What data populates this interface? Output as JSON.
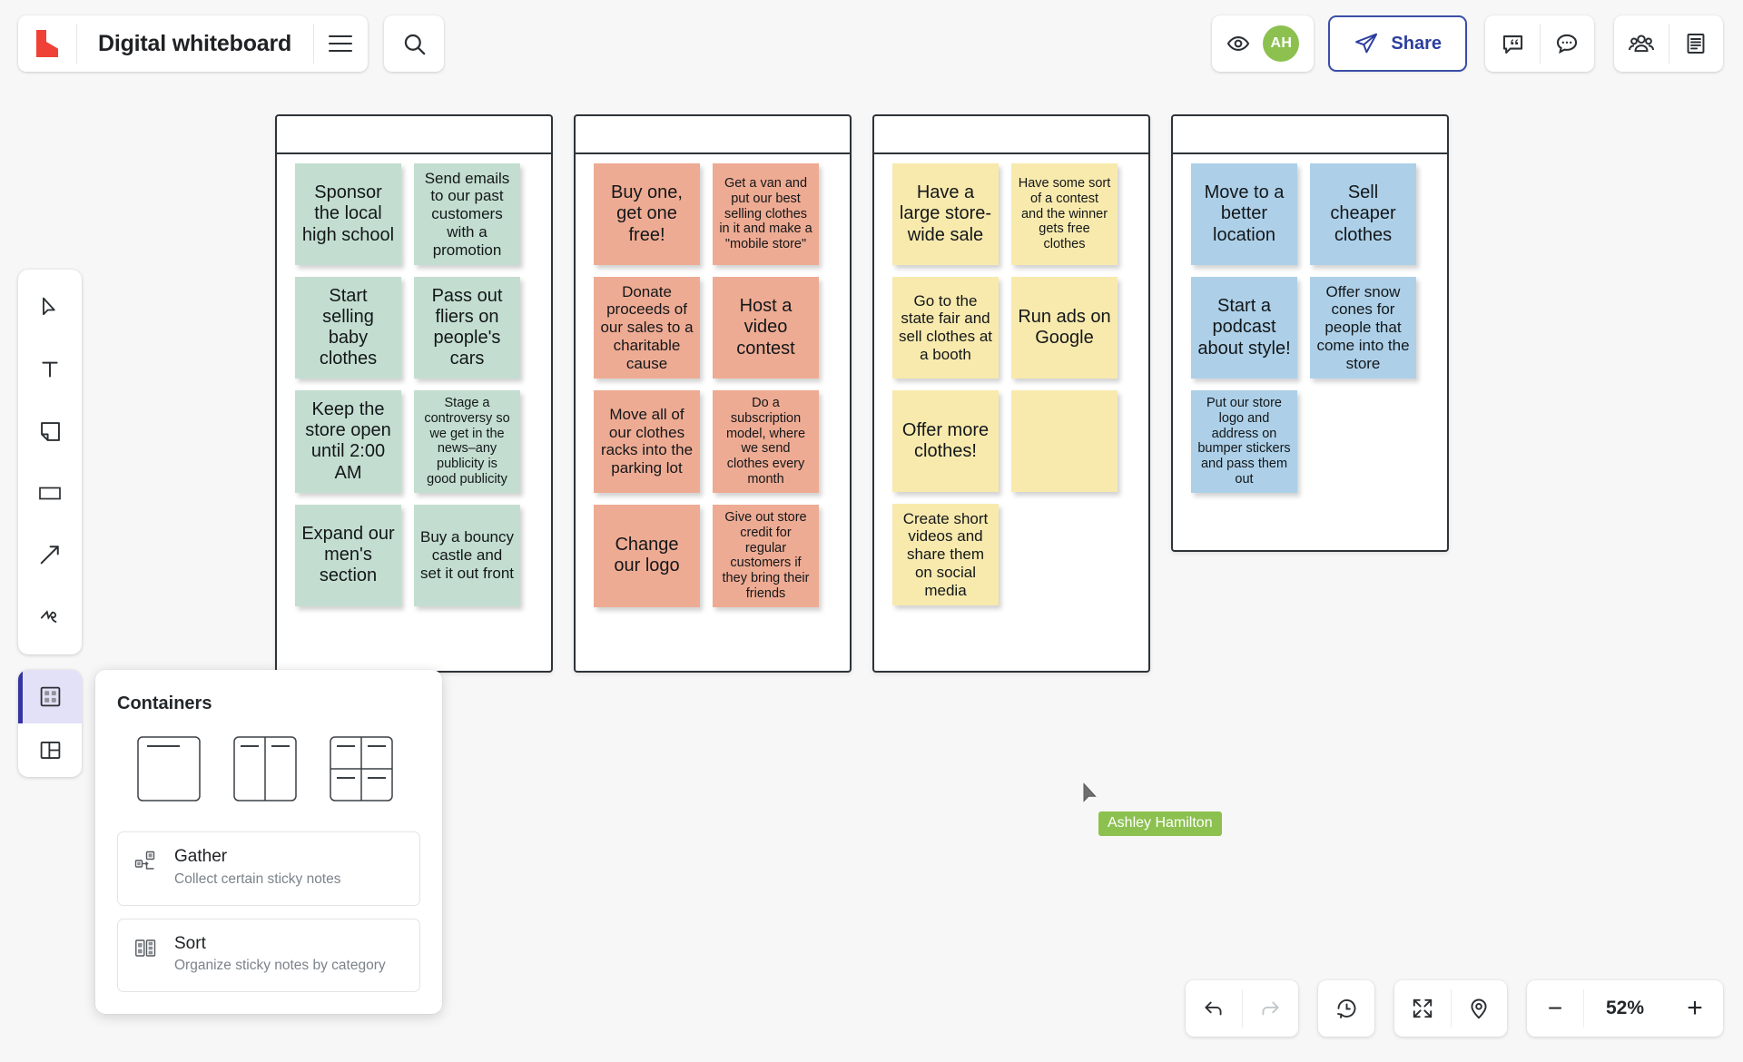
{
  "header": {
    "logo_icon": "lucid-logo-icon",
    "title": "Digital whiteboard",
    "menu_icon": "hamburger-menu-icon",
    "search_icon": "search-icon",
    "visibility_icon": "eye-icon",
    "avatar_initials": "AH",
    "avatar_color": "#8cc04f",
    "share_label": "Share",
    "share_icon": "paper-plane-icon",
    "share_border_color": "#3a4ea8",
    "comment_icon": "quote-comment-icon",
    "chat_icon": "chat-bubble-icon",
    "people_icon": "people-group-icon",
    "notes_panel_icon": "document-lines-icon"
  },
  "toolbar": {
    "tools": [
      {
        "name": "select-tool",
        "icon": "cursor-arrow-icon"
      },
      {
        "name": "text-tool",
        "icon": "text-t-icon"
      },
      {
        "name": "sticky-note-tool",
        "icon": "sticky-note-icon"
      },
      {
        "name": "shape-tool",
        "icon": "rectangle-icon"
      },
      {
        "name": "line-tool",
        "icon": "arrow-diagonal-icon"
      },
      {
        "name": "freehand-tool",
        "icon": "scribble-icon"
      }
    ],
    "tools2": [
      {
        "name": "containers-tool",
        "icon": "grid-squares-icon",
        "active": true
      },
      {
        "name": "layout-tool",
        "icon": "panel-layout-icon",
        "active": false
      }
    ]
  },
  "containers_popup": {
    "title": "Containers",
    "templates": [
      {
        "name": "container-single-icon"
      },
      {
        "name": "container-two-column-icon"
      },
      {
        "name": "container-four-grid-icon"
      }
    ],
    "options": [
      {
        "icon": "gather-icon",
        "title": "Gather",
        "subtitle": "Collect certain sticky notes"
      },
      {
        "icon": "sort-icon",
        "title": "Sort",
        "subtitle": "Organize sticky notes by category"
      }
    ]
  },
  "board": {
    "frames": [
      {
        "name": "frame-green",
        "header_label": "",
        "note_color": "#c3ded0",
        "notes": [
          {
            "text": "Sponsor the local high school",
            "size": "s"
          },
          {
            "text": "Send emails to our past customers with a promotion",
            "size": "m"
          },
          {
            "text": "Start selling baby clothes",
            "size": "s"
          },
          {
            "text": "Pass out fliers on people's cars",
            "size": "s"
          },
          {
            "text": "Keep the store open until 2:00 AM",
            "size": "s"
          },
          {
            "text": "Stage a controversy so we get in the news–any publicity is good publicity",
            "size": "xs"
          },
          {
            "text": "Expand our men's section",
            "size": "s"
          },
          {
            "text": "Buy a bouncy castle and set it out front",
            "size": "m"
          }
        ]
      },
      {
        "name": "frame-red",
        "header_label": "",
        "note_color": "#eeab93",
        "notes": [
          {
            "text": "Buy one, get one free!",
            "size": "s"
          },
          {
            "text": "Get a van and put our best selling clothes in it and make a \"mobile store\"",
            "size": "xs"
          },
          {
            "text": "Donate proceeds of our sales to a charitable cause",
            "size": "m"
          },
          {
            "text": "Host a video contest",
            "size": "s"
          },
          {
            "text": "Move all of our clothes racks into the parking lot",
            "size": "m"
          },
          {
            "text": "Do a subscription model, where we send clothes every month",
            "size": "xs"
          },
          {
            "text": "Change our logo",
            "size": "s"
          },
          {
            "text": "Give out store credit for regular customers if they bring their friends",
            "size": "xs"
          }
        ]
      },
      {
        "name": "frame-yellow",
        "header_label": "",
        "note_color": "#f8eaad",
        "notes": [
          {
            "text": "Have a large store-wide sale",
            "size": "s"
          },
          {
            "text": "Have some sort of a contest and the winner gets free clothes",
            "size": "xs"
          },
          {
            "text": "Go to the state fair and sell clothes at a booth",
            "size": "m"
          },
          {
            "text": "Run ads on Google",
            "size": "s"
          },
          {
            "text": "Offer more clothes!",
            "size": "s"
          },
          {
            "text": "",
            "size": "s"
          },
          {
            "text": "Create short videos and share them on social media",
            "size": "m"
          }
        ]
      },
      {
        "name": "frame-blue",
        "header_label": "",
        "note_color": "#add0e8",
        "notes": [
          {
            "text": "Move to a better location",
            "size": "s"
          },
          {
            "text": "Sell cheaper clothes",
            "size": "s"
          },
          {
            "text": "Start a podcast about style!",
            "size": "s"
          },
          {
            "text": "Offer snow cones for people that come into the store",
            "size": "m"
          },
          {
            "text": "Put our store logo and address on bumper stickers and pass them out",
            "size": "xs"
          }
        ]
      }
    ]
  },
  "cursor": {
    "label": "Ashley Hamilton",
    "color": "#8cc04f"
  },
  "bottom_bar": {
    "undo_icon": "undo-arrow-icon",
    "redo_icon": "redo-arrow-icon",
    "history_icon": "clock-history-icon",
    "fit_icon": "fit-to-screen-icon",
    "location_icon": "map-pin-icon",
    "zoom_out_label": "−",
    "zoom_value": "52%",
    "zoom_in_label": "+"
  }
}
